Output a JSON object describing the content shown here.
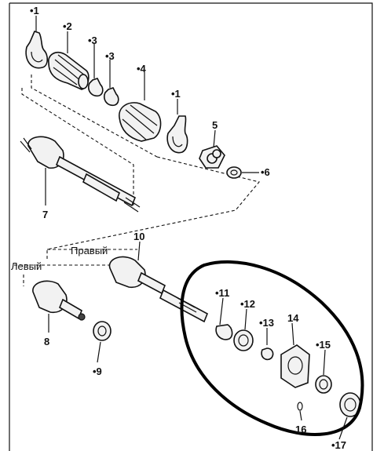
{
  "labels": {
    "p1a": "•1",
    "p2": "•2",
    "p3a": "•3",
    "p3b": "•3",
    "p4": "•4",
    "p1b": "•1",
    "p5": "5",
    "p6": "•6",
    "p7": "7",
    "p10": "10",
    "p8": "8",
    "p9": "•9",
    "p11": "•11",
    "p12": "•12",
    "p13": "•13",
    "p14": "14",
    "p15": "•15",
    "p16": "16",
    "p17": "•17"
  },
  "sides": {
    "right": "Правый",
    "left": "Левый"
  }
}
